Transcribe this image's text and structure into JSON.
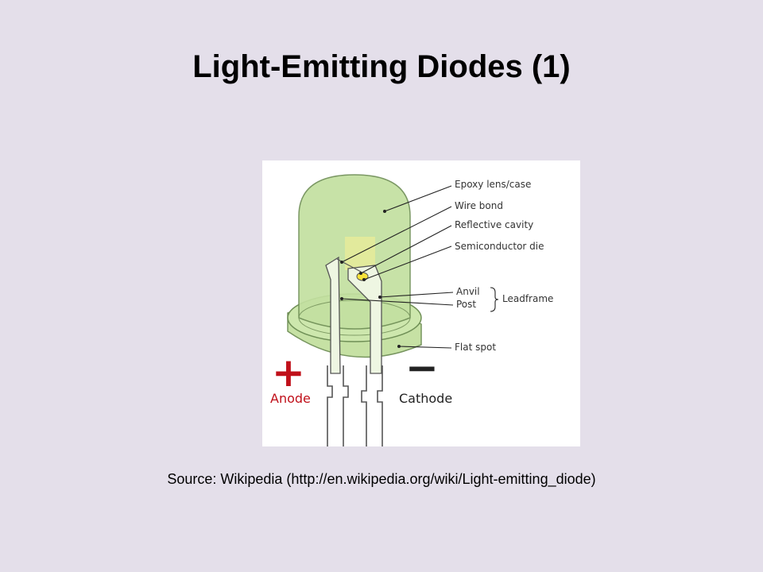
{
  "slide": {
    "title": "Light-Emitting Diodes (1)",
    "source": "Source: Wikipedia (http://en.wikipedia.org/wiki/Light-emitting_diode)"
  },
  "diagram": {
    "labels": {
      "epoxy": "Epoxy lens/case",
      "wire_bond": "Wire bond",
      "reflective_cavity": "Reflective cavity",
      "semiconductor_die": "Semiconductor die",
      "anvil": "Anvil",
      "post": "Post",
      "leadframe": "Leadframe",
      "flat_spot": "Flat spot"
    },
    "anode_sign": "+",
    "anode_label": "Anode",
    "cathode_sign": "−",
    "cathode_label": "Cathode",
    "colors": {
      "lens_fill": "#c3e0a0",
      "lens_stroke": "#6f8f56",
      "anode_red": "#c0101a",
      "die_yellow": "#f6e23a"
    }
  }
}
